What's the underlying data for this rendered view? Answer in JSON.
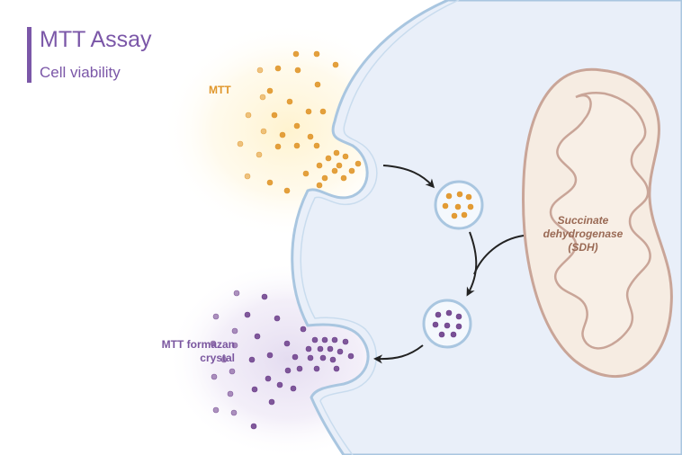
{
  "title": "MTT Assay",
  "subtitle": "Cell viability",
  "labels": {
    "mtt": "MTT",
    "formazan_line1": "MTT formazan",
    "formazan_line2": "crystal",
    "sdh_line1": "Succinate",
    "sdh_line2": "dehydrogenase",
    "sdh_line3": "(SDH)"
  },
  "colors": {
    "title": "#7b57a8",
    "mtt_particle": "#e0962a",
    "formazan_particle": "#6b3d8a",
    "cell_fill": "#e9eff9",
    "cell_membrane": "#a9c6e0",
    "mitochondrion_fill": "#f6ece2",
    "mitochondrion_outline": "#c9a598",
    "arrow": "#222222"
  }
}
